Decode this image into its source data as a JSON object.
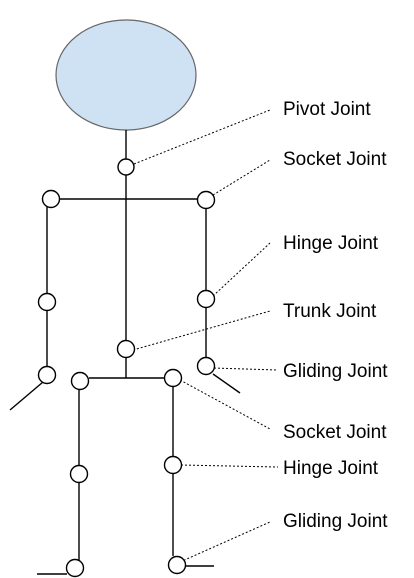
{
  "colors": {
    "head_fill": "#cfe2f3",
    "head_stroke": "#666666",
    "line": "#000000",
    "joint_fill": "#ffffff"
  },
  "labels": {
    "pivot_joint": "Pivot Joint",
    "socket_joint_shoulder": "Socket Joint",
    "hinge_joint_elbow": "Hinge Joint",
    "trunk_joint": "Trunk Joint",
    "gliding_joint_wrist": "Gliding Joint",
    "socket_joint_hip": "Socket Joint",
    "hinge_joint_knee": "Hinge Joint",
    "gliding_joint_ankle": "Gliding Joint"
  }
}
